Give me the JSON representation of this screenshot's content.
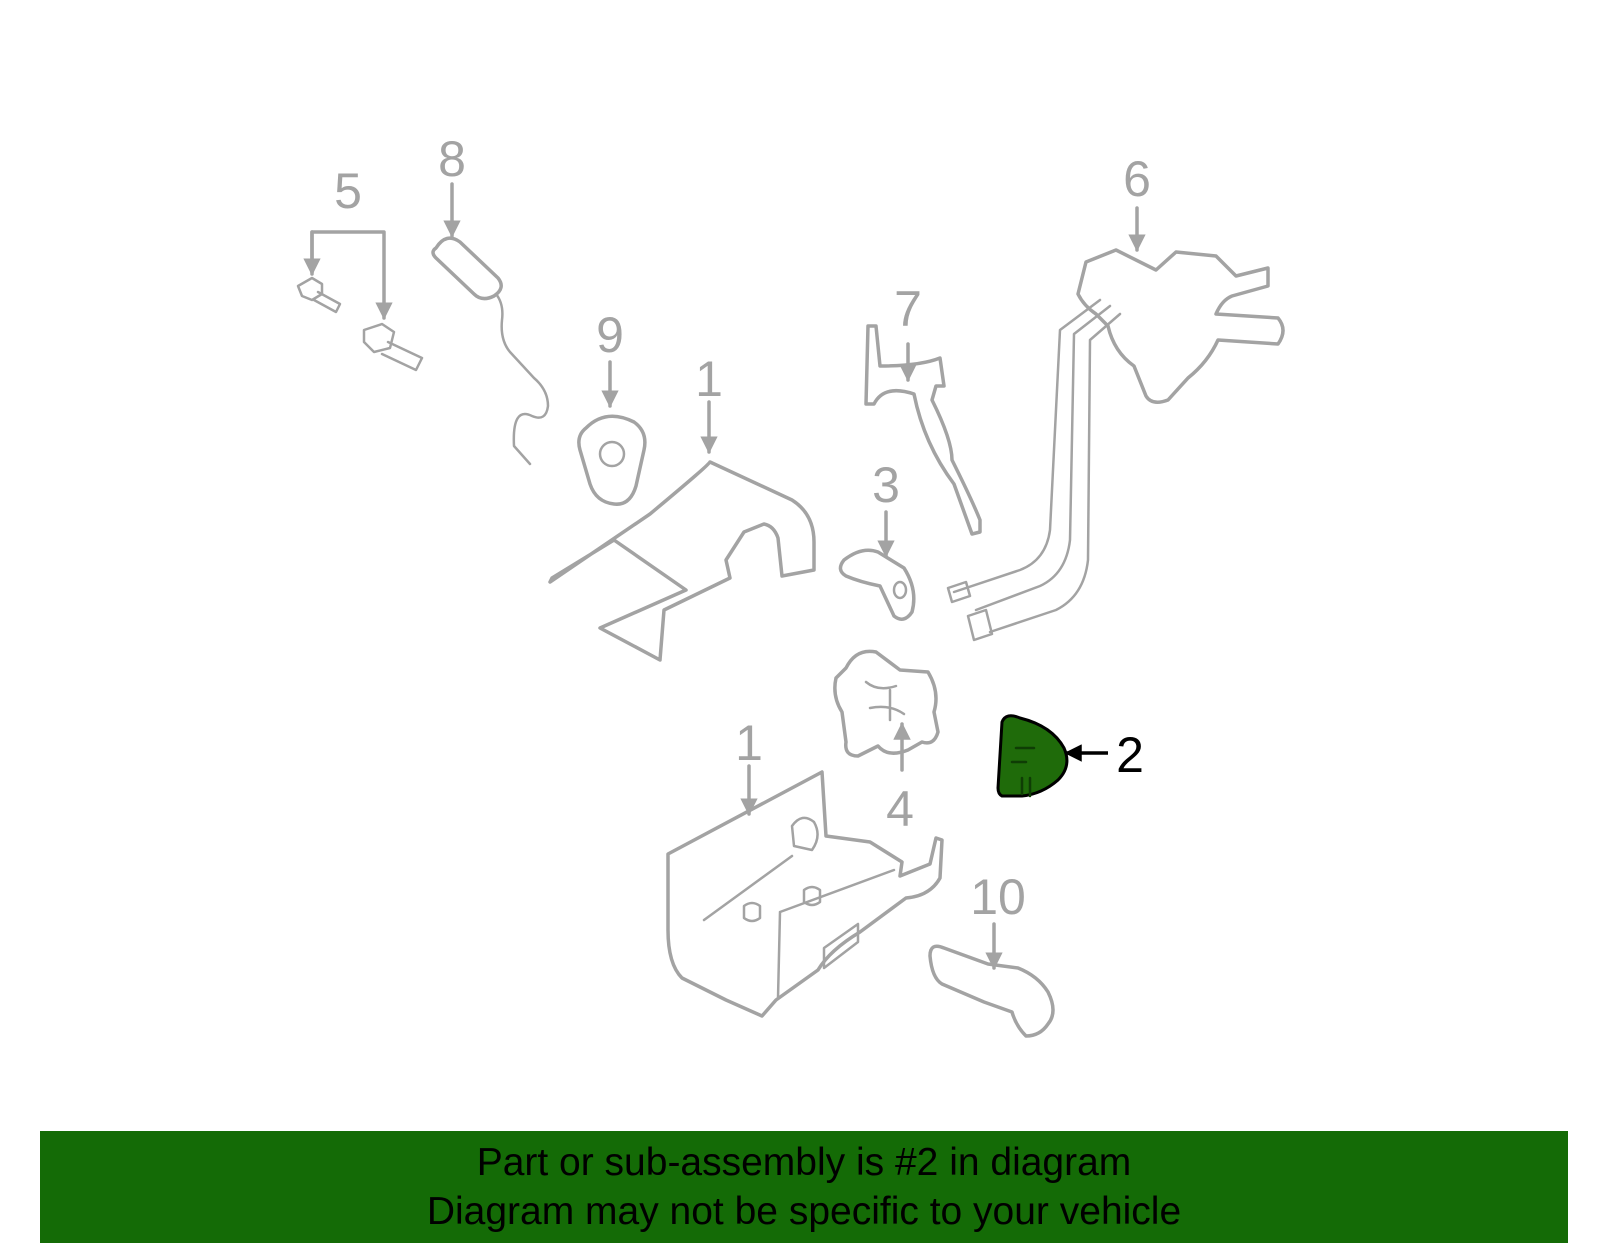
{
  "colors": {
    "part_gray": "#a3a3a3",
    "highlight_green": "#1f6b0a",
    "banner_green": "#146b06",
    "text_dark": "#000000"
  },
  "callouts": {
    "c5": "5",
    "c8": "8",
    "c9": "9",
    "c1_upper": "1",
    "c7": "7",
    "c6": "6",
    "c3": "3",
    "c4": "4",
    "c2": "2",
    "c1_lower": "1",
    "c10": "10"
  },
  "highlighted_callout": "2",
  "footer": {
    "line1": "Part or sub-assembly is #2 in diagram",
    "line2": "Diagram may not be specific to your vehicle"
  }
}
